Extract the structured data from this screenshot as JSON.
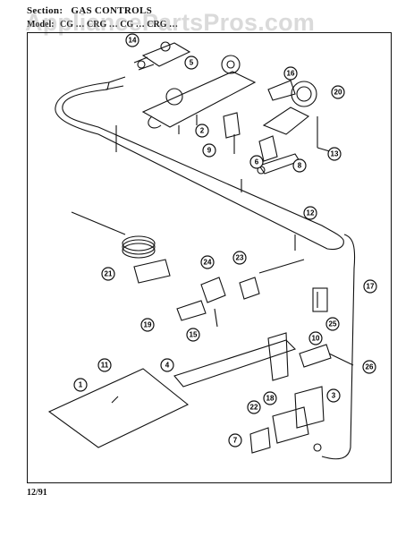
{
  "header": {
    "section_label": "Section:",
    "section_title": "GAS CONTROLS",
    "model_label": "Model:",
    "model_text": "CG … CRG … CG … CRG …"
  },
  "watermark": "AppliancePartsPros.com",
  "footer": {
    "date_code": "12/91"
  },
  "callouts": [
    "1",
    "2",
    "3",
    "4",
    "5",
    "6",
    "7",
    "8",
    "9",
    "10",
    "11",
    "12",
    "13",
    "14",
    "15",
    "16",
    "17",
    "18",
    "19",
    "20",
    "21",
    "22",
    "23",
    "24",
    "25",
    "26"
  ]
}
